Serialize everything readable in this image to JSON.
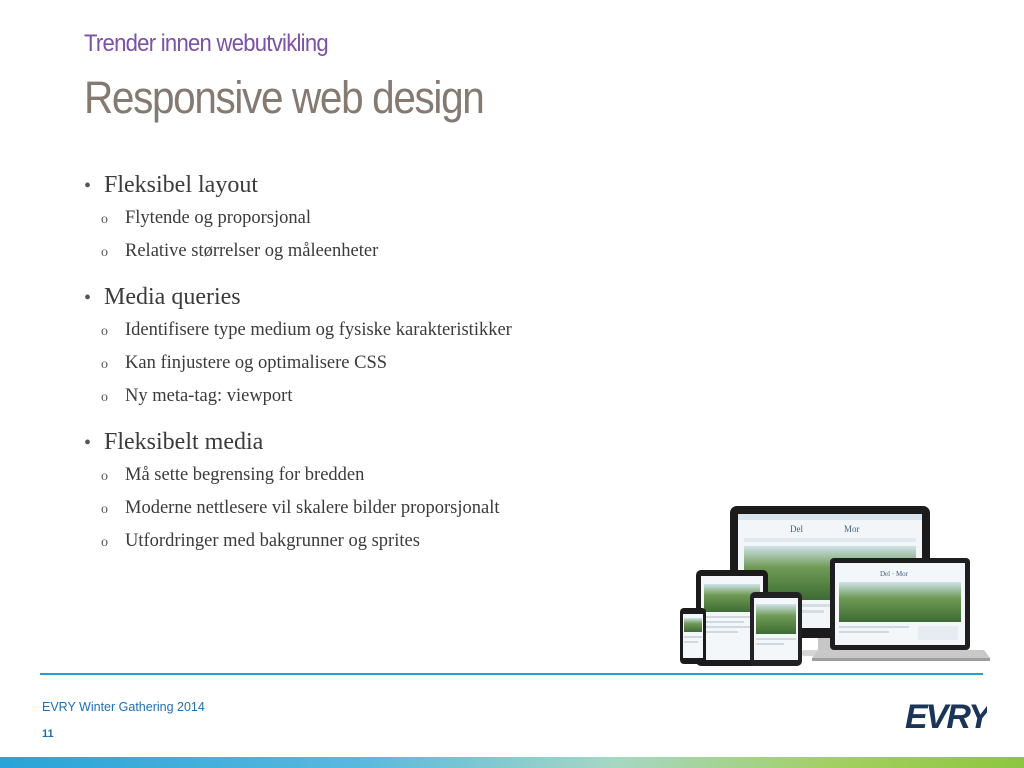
{
  "header": {
    "kicker": "Trender innen webutvikling",
    "title": "Responsive web design"
  },
  "bullets": [
    {
      "label": "Fleksibel layout",
      "items": [
        "Flytende og proporsjonal",
        "Relative størrelser og måleenheter"
      ]
    },
    {
      "label": "Media queries",
      "items": [
        "Identifisere type medium og fysiske karakteristikker",
        "Kan finjustere og optimalisere CSS",
        "Ny meta-tag: viewport"
      ]
    },
    {
      "label": "Fleksibelt media",
      "items": [
        "Må sette begrensing for bredden",
        "Moderne nettlesere vil skalere bilder proporsjonalt",
        "Utfordringer med bakgrunner og sprites"
      ]
    }
  ],
  "footer": {
    "event": "EVRY Winter Gathering 2014",
    "page_number": "11",
    "logo_text": "EVRY"
  },
  "colors": {
    "kicker": "#7b52a6",
    "title": "#857a72",
    "accent_blue": "#2a9ed4",
    "footer_text": "#1f6fae",
    "gradient_green": "#8dc63f"
  },
  "icons": {
    "bullet_level1": "filled-circle",
    "bullet_level2": "hollow-o",
    "devices_image": "responsive-devices-illustration"
  }
}
